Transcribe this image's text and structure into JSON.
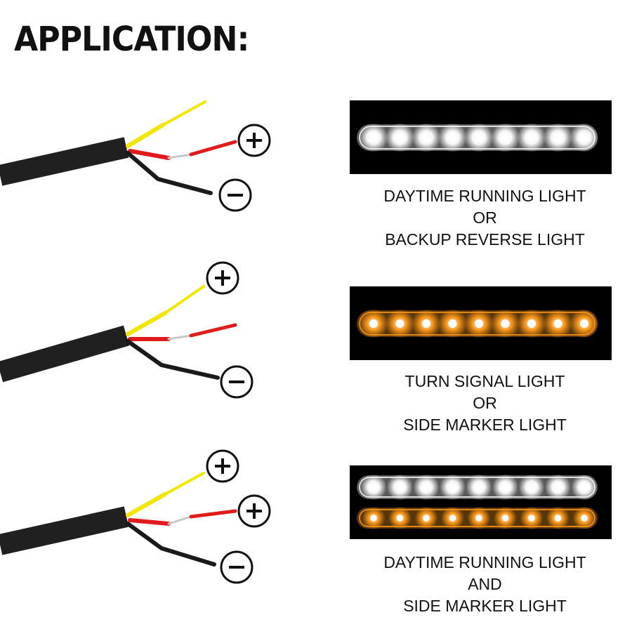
{
  "page": {
    "title": "APPLICATION:"
  },
  "applications": [
    {
      "terminals": [
        {
          "name": "positive-terminal-icon",
          "sign": "+"
        },
        {
          "name": "negative-terminal-icon",
          "sign": "−"
        }
      ],
      "lights": [
        "white"
      ],
      "caption": [
        "DAYTIME RUNNING LIGHT",
        "OR",
        "BACKUP REVERSE LIGHT"
      ]
    },
    {
      "terminals": [
        {
          "name": "positive-terminal-icon",
          "sign": "+"
        },
        {
          "name": "negative-terminal-icon",
          "sign": "−"
        }
      ],
      "lights": [
        "amber"
      ],
      "caption": [
        "TURN SIGNAL LIGHT",
        "OR",
        "SIDE MARKER LIGHT"
      ]
    },
    {
      "terminals": [
        {
          "name": "positive-terminal-icon",
          "sign": "+"
        },
        {
          "name": "positive-terminal-icon",
          "sign": "+"
        },
        {
          "name": "negative-terminal-icon",
          "sign": "−"
        }
      ],
      "lights": [
        "white",
        "amber"
      ],
      "caption": [
        "DAYTIME RUNNING LIGHT",
        "AND",
        "SIDE MARKER LIGHT"
      ]
    }
  ],
  "colors": {
    "wire_yellow": "#f2e600",
    "wire_red": "#e01b1b",
    "wire_black": "#1a1a1a",
    "cable_jacket": "#202020",
    "copper": "#c9c9c9",
    "led_white": "#ffffff",
    "led_amber": "#ff9a1a"
  }
}
